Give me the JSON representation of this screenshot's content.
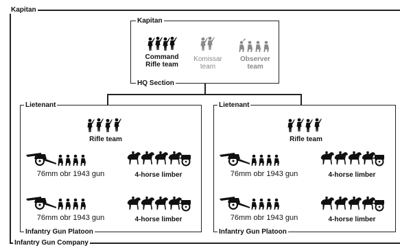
{
  "company": {
    "commander": "Kapitan",
    "name": "Infantry Gun Company"
  },
  "hq": {
    "commander": "Kapitan",
    "name": "HQ Section",
    "teams": [
      {
        "line1": "Command",
        "line2": "Rifle team",
        "state": "standard"
      },
      {
        "line1": "Komissar",
        "line2": "team",
        "state": "optional"
      },
      {
        "line1": "Observer",
        "line2": "team",
        "state": "optional"
      }
    ]
  },
  "platoons": [
    {
      "commander": "Lietenant",
      "name": "Infantry Gun Platoon",
      "rifle_team": "Rifle team",
      "guns": [
        {
          "gun": "76mm obr 1943 gun",
          "tow": "4-horse limber"
        },
        {
          "gun": "76mm obr 1943 gun",
          "tow": "4-horse limber"
        }
      ]
    },
    {
      "commander": "Lietenant",
      "name": "Infantry Gun Platoon",
      "rifle_team": "Rifle team",
      "guns": [
        {
          "gun": "76mm obr 1943 gun",
          "tow": "4-horse limber"
        },
        {
          "gun": "76mm obr 1943 gun",
          "tow": "4-horse limber"
        }
      ]
    }
  ]
}
